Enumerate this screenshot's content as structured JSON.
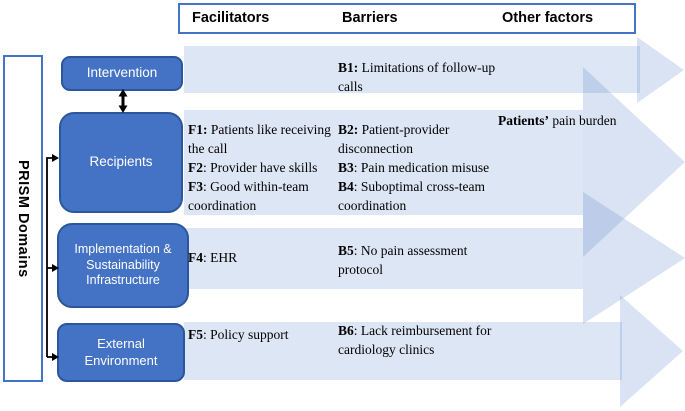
{
  "colors": {
    "accent": "#4472c4",
    "box_border": "#2b579a",
    "band": "rgba(68,114,196,0.18)",
    "head": "rgba(68,114,196,0.20)",
    "ink": "#000000",
    "box_text": "#ffffff"
  },
  "header": {
    "facilitators": "Facilitators",
    "barriers": "Barriers",
    "other": "Other factors"
  },
  "sidebar": {
    "label": "PRISM Domains"
  },
  "domains": {
    "intervention": "Intervention",
    "recipients": "Recipients",
    "implementation": "Implementation & Sustainability Infrastructure",
    "external": "External Environment"
  },
  "rows": [
    {
      "facilitators": [],
      "barriers": [
        {
          "id": "B1:",
          "text": " Limitations of follow-up calls"
        }
      ],
      "other": []
    },
    {
      "facilitators": [
        {
          "id": "F1:",
          "text": " Patients like receiving the call"
        },
        {
          "id": "F2",
          "text": ": Provider have skills"
        },
        {
          "id": "F3",
          "text": ": Good within-team coordination"
        }
      ],
      "barriers": [
        {
          "id": "B2:",
          "text": " Patient-provider disconnection"
        },
        {
          "id": "B3",
          "text": ": Pain medication misuse"
        },
        {
          "id": "B4",
          "text": ": Suboptimal cross-team coordination"
        }
      ],
      "other": [
        {
          "id": "Patients’",
          "text": " pain burden"
        }
      ]
    },
    {
      "facilitators": [
        {
          "id": "F4",
          "text": ": EHR"
        }
      ],
      "barriers": [
        {
          "id": "B5",
          "text": ": No pain assessment protocol"
        }
      ],
      "other": []
    },
    {
      "facilitators": [
        {
          "id": "F5",
          "text": ": Policy support"
        }
      ],
      "barriers": [
        {
          "id": "B6",
          "text": ": Lack reimbursement for cardiology clinics"
        }
      ],
      "other": []
    }
  ]
}
